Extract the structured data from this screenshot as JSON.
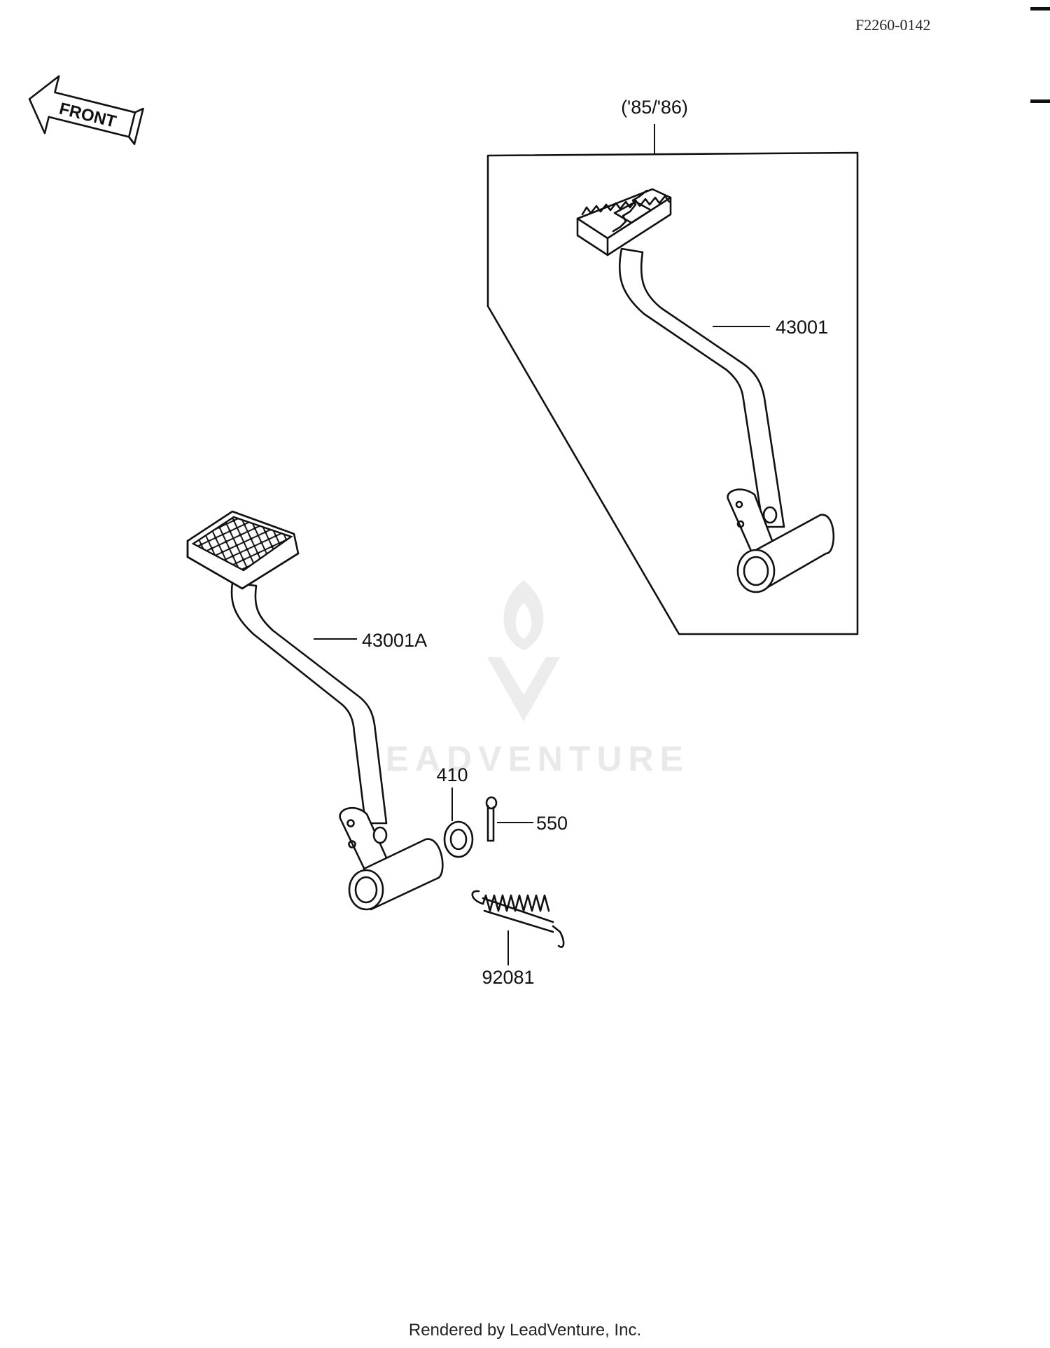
{
  "document_code": "F2260-0142",
  "direction_label": "FRONT",
  "variant_label": "('85/'86)",
  "parts": {
    "pedal_variant": "43001",
    "pedal_standard": "43001A",
    "washer": "410",
    "cotter_pin": "550",
    "spring": "92081"
  },
  "watermark": "LEADVENTURE",
  "footer": "Rendered by LeadVenture, Inc."
}
